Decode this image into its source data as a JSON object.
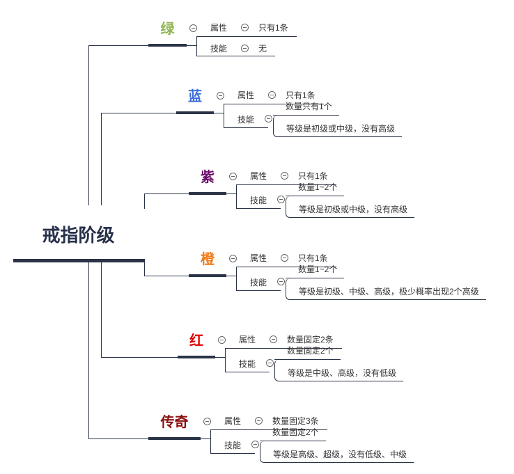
{
  "root": {
    "title": "戒指阶级"
  },
  "line_color": "#2b3347",
  "branches": [
    {
      "name": "绿",
      "color": "#92b556",
      "attr_label": "属性",
      "attr_value": "只有1条",
      "skill_label": "技能",
      "skills": [
        "无"
      ]
    },
    {
      "name": "蓝",
      "color": "#3c6fd9",
      "attr_label": "属性",
      "attr_value": "只有1条",
      "skill_label": "技能",
      "skills": [
        "数量只有1个",
        "等级是初级或中级，没有高级"
      ]
    },
    {
      "name": "紫",
      "color": "#6b0f6b",
      "attr_label": "属性",
      "attr_value": "只有1条",
      "skill_label": "技能",
      "skills": [
        "数量1~2个",
        "等级是初级或中级，没有高级"
      ]
    },
    {
      "name": "橙",
      "color": "#f07a1a",
      "attr_label": "属性",
      "attr_value": "只有1条",
      "skill_label": "技能",
      "skills": [
        "数量1~2个",
        "等级是初级、中级、高级，极少概率出现2个高级"
      ]
    },
    {
      "name": "红",
      "color": "#e00000",
      "attr_label": "属性",
      "attr_value": "数量固定2条",
      "skill_label": "技能",
      "skills": [
        "数量固定2个",
        "等级是中级、高级，没有低级"
      ]
    },
    {
      "name": "传奇",
      "color": "#8b1010",
      "attr_label": "属性",
      "attr_value": "数量固定3条",
      "skill_label": "技能",
      "skills": [
        "数量固定2个",
        "等级是高级、超级，没有低级、中级"
      ]
    }
  ]
}
